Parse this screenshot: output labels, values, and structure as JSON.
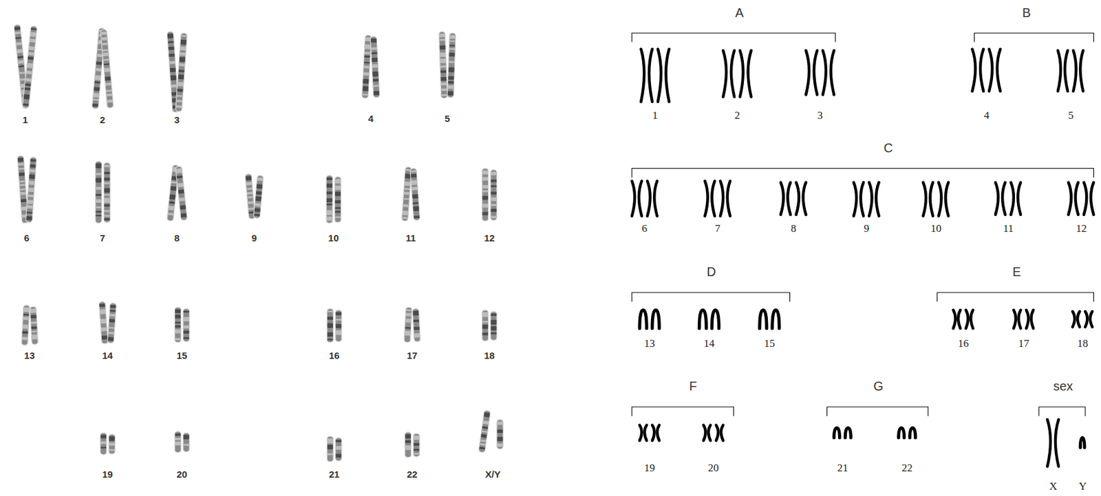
{
  "diagram": {
    "labels": [
      "1",
      "2",
      "3",
      "4",
      "5",
      "6",
      "7",
      "8",
      "9",
      "10",
      "11",
      "12",
      "13",
      "14",
      "15",
      "16",
      "17",
      "18",
      "19",
      "20",
      "21",
      "22",
      "X/Y",
      "A",
      "1",
      "2",
      "3",
      "B",
      "4",
      "5",
      "C",
      "6",
      "7",
      "8",
      "9",
      "10",
      "11",
      "12",
      "D",
      "13",
      "14",
      "15",
      "E",
      "16",
      "17",
      "18",
      "F",
      "19",
      "20",
      "G",
      "21",
      "22",
      "sex",
      "X",
      "Y"
    ]
  }
}
